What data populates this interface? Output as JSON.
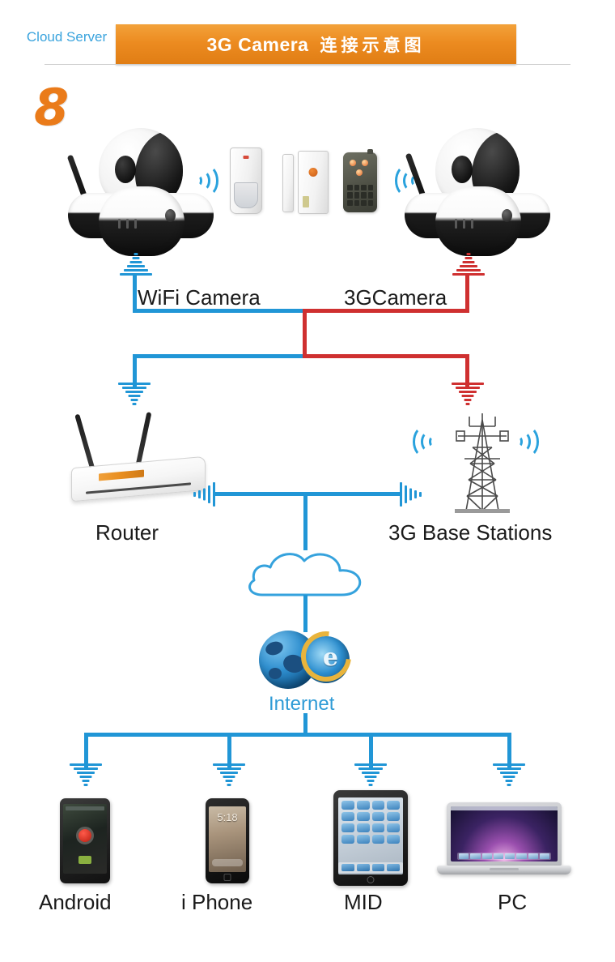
{
  "banner": {
    "title_en": "3G Camera",
    "title_cn": "连接示意图"
  },
  "step_badge": "8",
  "nodes": {
    "wifi_camera": {
      "label": "WiFi Camera"
    },
    "threeg_camera": {
      "label": "3GCamera"
    },
    "router": {
      "label": "Router"
    },
    "base_station": {
      "label": "3G Base Stations"
    },
    "cloud": {
      "label": "Cloud Server"
    },
    "internet": {
      "label": "Internet"
    }
  },
  "sensors": [
    {
      "name": "pir-motion-sensor"
    },
    {
      "name": "door-contact-sensor"
    },
    {
      "name": "remote-control-keyfob"
    }
  ],
  "clients": [
    {
      "label": "Android"
    },
    {
      "label": "i Phone"
    },
    {
      "label": "MID"
    },
    {
      "label": "PC"
    }
  ],
  "iphone_screen_time": "5:18",
  "colors": {
    "banner_orange": "#ec8b20",
    "wifi_link_blue": "#2196d6",
    "threeg_link_red": "#cf3030",
    "label_blue": "#39a3dd",
    "text_black": "#1a1a1a"
  },
  "icons": {
    "antenna_down": "antenna-ground-icon",
    "radio_waves": "radio-wave-icon"
  }
}
